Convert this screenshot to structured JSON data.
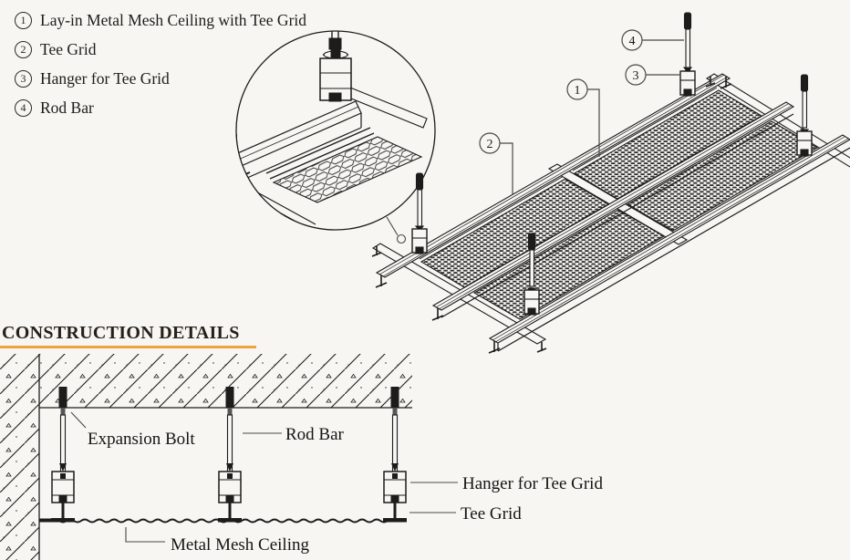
{
  "page": {
    "background": "#f7f6f3",
    "ink": "#1d1c1a",
    "accent_underline": "#f0a23c"
  },
  "legend": {
    "items": [
      {
        "num": "1",
        "label": "Lay-in Metal Mesh Ceiling with Tee Grid"
      },
      {
        "num": "2",
        "label": "Tee Grid"
      },
      {
        "num": "3",
        "label": "Hanger for Tee Grid"
      },
      {
        "num": "4",
        "label": "Rod Bar"
      }
    ]
  },
  "section": {
    "heading": "CONSTRUCTION DETAILS"
  },
  "iso": {
    "callouts": [
      {
        "num": "1",
        "target": "lay-in metal mesh ceiling panel"
      },
      {
        "num": "2",
        "target": "tee grid edge runner"
      },
      {
        "num": "3",
        "target": "hanger for tee grid"
      },
      {
        "num": "4",
        "target": "rod bar"
      }
    ]
  },
  "cross_section": {
    "labels": {
      "expansion_bolt": "Expansion Bolt",
      "rod_bar": "Rod Bar",
      "hanger": "Hanger for Tee Grid",
      "tee_grid": "Tee Grid",
      "mesh": "Metal Mesh Ceiling"
    }
  }
}
